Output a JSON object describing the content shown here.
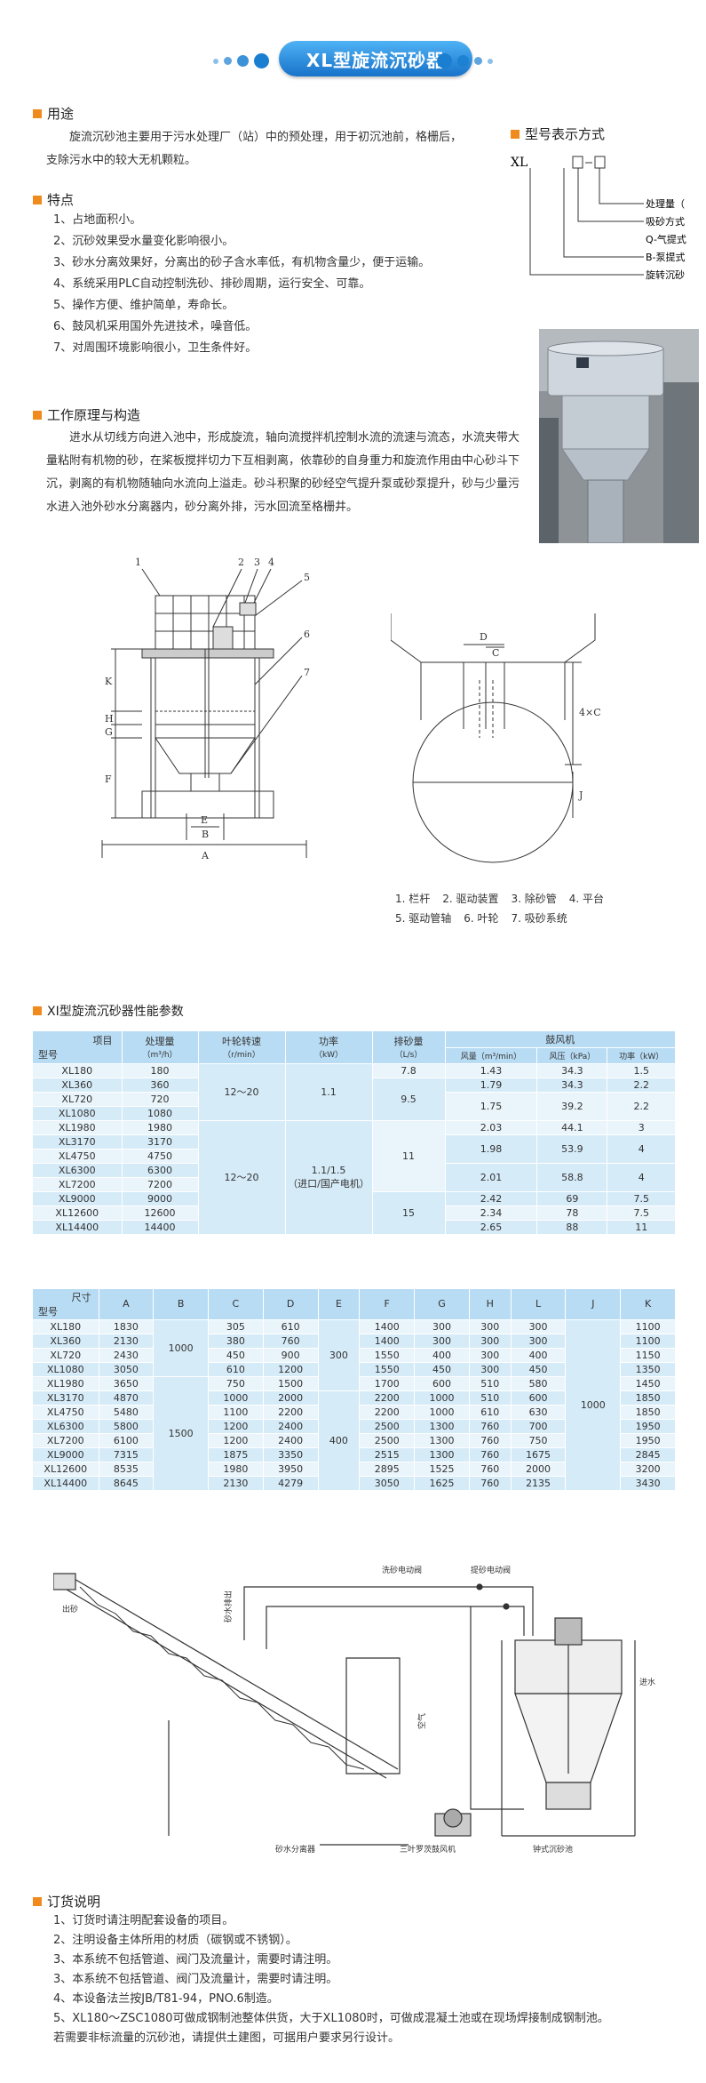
{
  "title": "XL型旋流沉砂器",
  "usage": {
    "heading": "用途",
    "text": "旋流沉砂池主要用于污水处理厂（站）中的预处理，用于初沉池前，格栅后，支除污水中的较大无机颗粒。"
  },
  "model_notation": {
    "heading": "型号表示方式",
    "prefix": "XL",
    "lines": [
      "处理量（",
      "吸砂方式",
      "Q-气提式",
      "B-泵提式",
      "旋转沉砂"
    ]
  },
  "features": {
    "heading": "特点",
    "items": [
      "1、占地面积小。",
      "2、沉砂效果受水量变化影响很小。",
      "3、砂水分离效果好，分离出的砂子含水率低，有机物含量少，便于运输。",
      "4、系统采用PLC自动控制洗砂、排砂周期，运行安全、可靠。",
      "5、操作方便、维护简单，寿命长。",
      "6、鼓风机采用国外先进技术，噪音低。",
      "7、对周围环境影响很小，卫生条件好。"
    ]
  },
  "principle": {
    "heading": "工作原理与构造",
    "text": "进水从切线方向进入池中，形成旋流，轴向流搅拌机控制水流的流速与流态，水流夹带大量粘附有机物的砂，在桨板搅拌切力下互相剥离，依靠砂的自身重力和旋流作用由中心砂斗下沉，剥离的有机物随轴向水流向上溢走。砂斗积聚的砂经空气提升泵或砂泵提升，砂与少量污水进入池外砂水分离器内，砂分离外排，污水回流至格栅井。"
  },
  "diagram1": {
    "labels": [
      "1",
      "2",
      "3",
      "4",
      "5",
      "6",
      "7"
    ],
    "dims": [
      "K",
      "H",
      "G",
      "F",
      "E",
      "B",
      "A"
    ]
  },
  "diagram2": {
    "dims": [
      "D",
      "C",
      "4×C",
      "J"
    ]
  },
  "legend": {
    "row1": [
      "1. 栏杆",
      "2. 驱动装置",
      "3. 除砂管",
      "4. 平台"
    ],
    "row2": [
      "5. 驱动管轴",
      "6. 叶轮",
      "7. 吸砂系统"
    ]
  },
  "table1": {
    "heading": "XI型旋流沉砂器性能参数",
    "header_item": "项目",
    "header_model": "型号",
    "col_capacity": "处理量",
    "col_capacity_unit": "（m³/h）",
    "col_speed": "叶轮转速",
    "col_speed_unit": "（r/min）",
    "col_power": "功率",
    "col_power_unit": "（kW）",
    "col_sand": "排砂量",
    "col_sand_unit": "（L/s）",
    "col_blower": "鼓风机",
    "blower_sub": [
      "风量（m³/min）",
      "风压（kPa）",
      "功率（kW）"
    ],
    "models": [
      "XL180",
      "XL360",
      "XL720",
      "XL1080",
      "XL1980",
      "XL3170",
      "XL4750",
      "XL6300",
      "XL7200",
      "XL9000",
      "XL12600",
      "XL14400"
    ],
    "capacity": [
      "180",
      "360",
      "720",
      "1080",
      "1980",
      "3170",
      "4750",
      "6300",
      "7200",
      "9000",
      "12600",
      "14400"
    ],
    "speed_a": "12～20",
    "speed_b": "12～20",
    "power_a": "1.1",
    "power_b": "1.1/1.5",
    "power_b2": "（进口/国产电机）",
    "sand": [
      "7.8",
      "9.5",
      "11",
      "15"
    ],
    "airflow": [
      "1.43",
      "1.79",
      "1.75",
      "2.03",
      "1.98",
      "2.01",
      "2.42",
      "2.34",
      "2.65"
    ],
    "pressure": [
      "34.3",
      "34.3",
      "39.2",
      "44.1",
      "53.9",
      "58.8",
      "69",
      "78",
      "88"
    ],
    "bpower": [
      "1.5",
      "2.2",
      "2.2",
      "3",
      "4",
      "4",
      "7.5",
      "7.5",
      "11"
    ]
  },
  "table2": {
    "header_size": "尺寸",
    "header_model": "型号",
    "cols": [
      "A",
      "B",
      "C",
      "D",
      "E",
      "F",
      "G",
      "H",
      "L",
      "J",
      "K"
    ],
    "rows": [
      [
        "XL180",
        "1830",
        "305",
        "610",
        "1400",
        "300",
        "300",
        "300",
        "1100"
      ],
      [
        "XL360",
        "2130",
        "380",
        "760",
        "1400",
        "300",
        "300",
        "300",
        "1100"
      ],
      [
        "XL720",
        "2430",
        "450",
        "900",
        "1550",
        "400",
        "300",
        "400",
        "1150"
      ],
      [
        "XL1080",
        "3050",
        "610",
        "1200",
        "1550",
        "450",
        "300",
        "450",
        "1350"
      ],
      [
        "XL1980",
        "3650",
        "750",
        "1500",
        "1700",
        "600",
        "510",
        "580",
        "1450"
      ],
      [
        "XL3170",
        "4870",
        "1000",
        "2000",
        "2200",
        "1000",
        "510",
        "600",
        "1850"
      ],
      [
        "XL4750",
        "5480",
        "1100",
        "2200",
        "2200",
        "1000",
        "610",
        "630",
        "1850"
      ],
      [
        "XL6300",
        "5800",
        "1200",
        "2400",
        "2500",
        "1300",
        "760",
        "700",
        "1950"
      ],
      [
        "XL7200",
        "6100",
        "1200",
        "2400",
        "2500",
        "1300",
        "760",
        "750",
        "1950"
      ],
      [
        "XL9000",
        "7315",
        "1875",
        "3350",
        "2515",
        "1300",
        "760",
        "1675",
        "2845"
      ],
      [
        "XL12600",
        "8535",
        "1980",
        "3950",
        "2895",
        "1525",
        "760",
        "2000",
        "3200"
      ],
      [
        "XL14400",
        "8645",
        "2130",
        "4279",
        "3050",
        "1625",
        "760",
        "2135",
        "3430"
      ]
    ],
    "B_a": "1000",
    "B_b": "1500",
    "E_a": "300",
    "E_b": "400",
    "J": "1000"
  },
  "system": {
    "labels": [
      "洗砂电动阀",
      "提砂电动阀",
      "砂水分离器",
      "三叶罗茨鼓风机",
      "钟式沉砂池",
      "砂水排出",
      "空气",
      "出砂",
      "进水"
    ]
  },
  "order": {
    "heading": "订货说明",
    "items": [
      "1、订货时请注明配套设备的项目。",
      "2、注明设备主体所用的材质（碳钢或不锈钢）。",
      "3、本系统不包括管道、阀门及流量计，需要时请注明。",
      "3、本系统不包括管道、阀门及流量计，需要时请注明。",
      "4、本设备法兰按JB/T81-94，PNO.6制造。",
      "5、XL180～ZSC1080可做成钢制池整体供货，大于XL1080时，可做成混凝土池或在现场焊接制成钢制池。",
      "若需要非标流量的沉砂池，请提供土建图，可据用户要求另行设计。"
    ]
  },
  "colors": {
    "accent": "#1772c9",
    "marker": "#f08a1c",
    "table_head": "#b8dcf4"
  }
}
